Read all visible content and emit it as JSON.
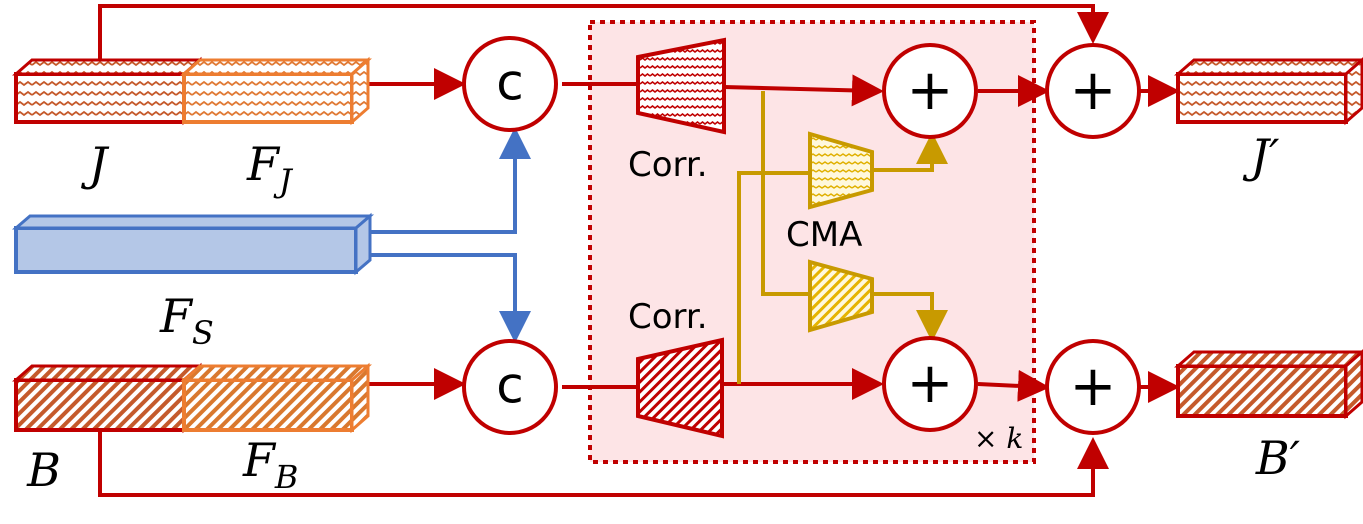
{
  "labels": {
    "J": "J",
    "FJ_main": "F",
    "FJ_sub": "J",
    "FS_main": "F",
    "FS_sub": "S",
    "B": "B",
    "FB_main": "F",
    "FB_sub": "B",
    "J_prime": "J′",
    "B_prime": "B′",
    "corr_top": "Corr.",
    "corr_bottom": "Corr.",
    "cma": "CMA",
    "repeat": "× k"
  },
  "operators": {
    "concat": "c",
    "add": "+"
  },
  "colors": {
    "red": "#c00000",
    "orange": "#ed7d31",
    "blue": "#4472c4",
    "blue_fill": "#b4c7e7",
    "gold": "#c89a00",
    "gold_fill": "#ffe699",
    "block_bg": "#fde4e6"
  }
}
